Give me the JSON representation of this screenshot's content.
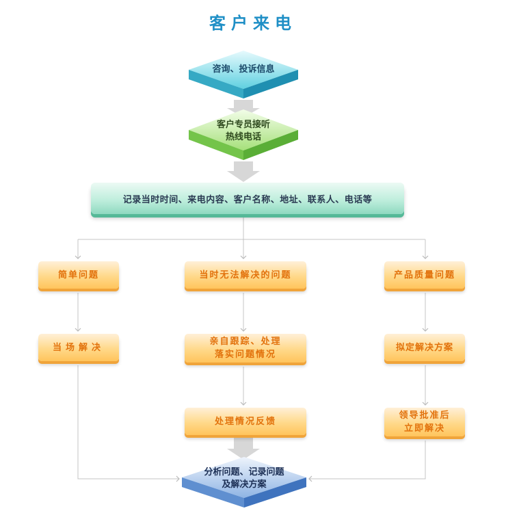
{
  "title": "客户来电",
  "nodes": {
    "inquiry": "咨询、投诉信息",
    "hotline_line1": "客户专员接听",
    "hotline_line2": "热线电话",
    "record": "记录当时时间、来电内容、客户名称、地址、联系人、电话等",
    "simple_problem": "简单问题",
    "unresolved_problem": "当时无法解决的问题",
    "quality_problem": "产品质量问题",
    "onsite_solve": "当场解决",
    "followup_line1": "亲自跟踪、处理",
    "followup_line2": "落实问题情况",
    "feedback": "处理情况反馈",
    "plan_solution": "拟定解决方案",
    "approve_line1": "领导批准后",
    "approve_line2": "立即解决",
    "analyze_line1": "分析问题、记录问题",
    "analyze_line2": "及解决方案"
  },
  "colors": {
    "title": "#1f8fc6",
    "cyan_diamond": "#5fd0e0",
    "green_diamond": "#a6e07a",
    "teal_bar": "#bfeedd",
    "orange_box": "#ffd98a",
    "orange_text": "#e2720c",
    "blue_diamond": "#8fb4e4",
    "arrow_gray": "#cfcfcf"
  }
}
